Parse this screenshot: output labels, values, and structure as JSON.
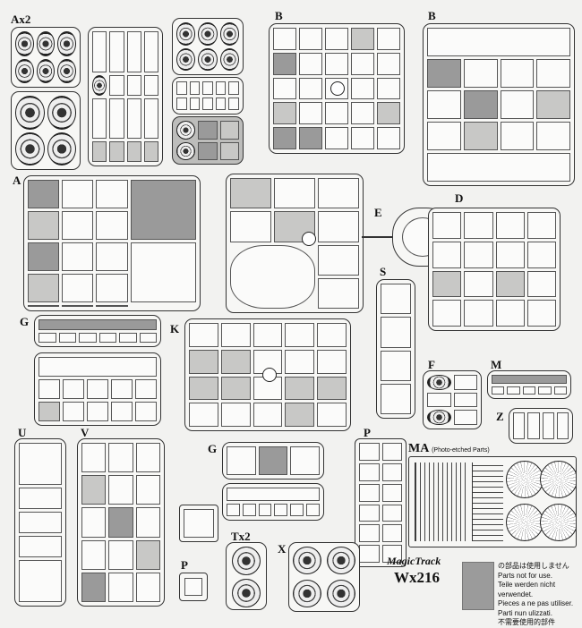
{
  "labels": {
    "ax2": "Ax2",
    "b1": "B",
    "b2": "B",
    "a": "A",
    "e": "E",
    "d": "D",
    "s": "S",
    "g1": "G",
    "k": "K",
    "f": "F",
    "m": "M",
    "z": "Z",
    "u": "U",
    "v": "V",
    "g2": "G",
    "p1": "P",
    "ma": "MA",
    "ma_sub": "(Photo-etched Parts)",
    "tx2": "Tx2",
    "x": "X",
    "p2": "P"
  },
  "notice": {
    "line_jp": "の部品は使用しません",
    "line_en": "Parts not for use.",
    "line_de": "Teile werden nicht verwendet.",
    "line_fr": "Pieces a ne pas utiliser.",
    "line_it": "Parti nun ulizzati.",
    "line_zh": "不需要使用的部件"
  },
  "brand": {
    "logo": "MagicTrack",
    "model": "Wx216"
  }
}
